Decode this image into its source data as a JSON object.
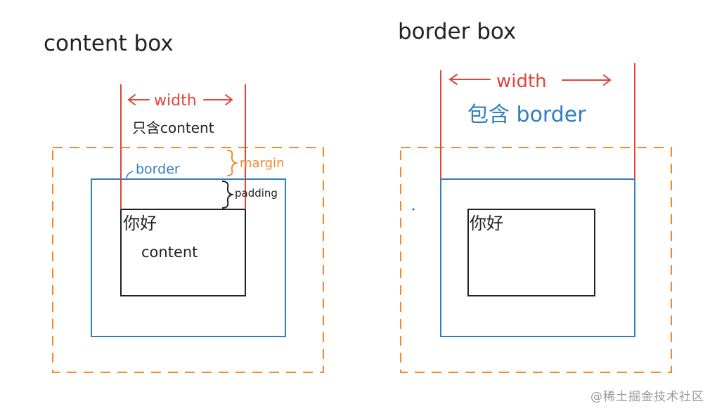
{
  "colors": {
    "ink": "#222222",
    "width_red": "#e0453a",
    "border_blue": "#2f7fc1",
    "margin_orange": "#ef8a2c"
  },
  "left": {
    "title": "content box",
    "width_label": "width",
    "width_note": "只含content",
    "margin_label": "margin",
    "border_label": "border",
    "padding_label": "padding",
    "box_text": "你好",
    "content_label": "content"
  },
  "right": {
    "title": "border box",
    "width_label": "width",
    "width_note": "包含 border",
    "box_text": "你好"
  },
  "watermark": "@稀土掘金技术社区"
}
